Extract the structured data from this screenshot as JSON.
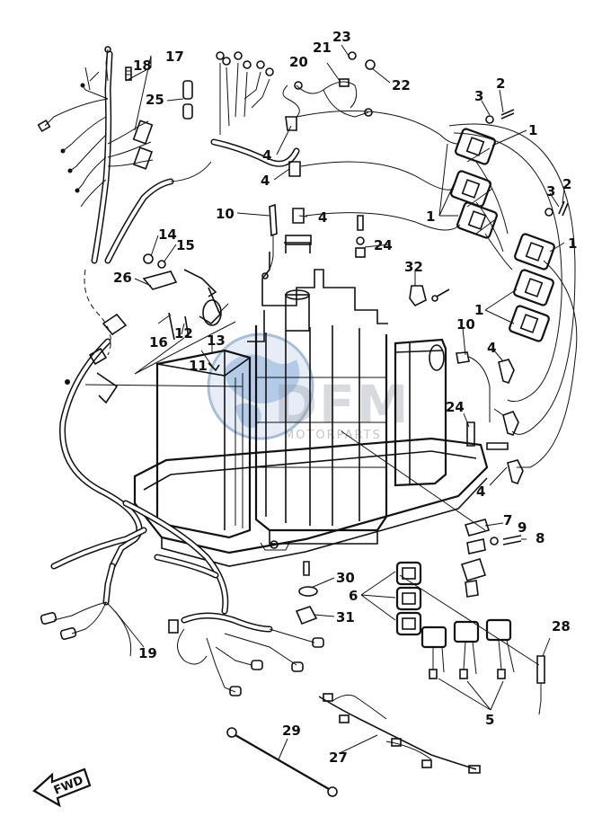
{
  "diagram": {
    "watermark": {
      "main": "DFM",
      "sub": "MOTORPARTS"
    },
    "fwd_badge": "FWD",
    "part_labels": {
      "p1a": "1",
      "p1b": "1",
      "p1c": "1",
      "p1d": "1",
      "p2a": "2",
      "p2b": "2",
      "p3a": "3",
      "p3b": "3",
      "p4a": "4",
      "p4b": "4",
      "p4c": "4",
      "p4d": "4",
      "p4e": "4",
      "p5": "5",
      "p6": "6",
      "p7": "7",
      "p8": "8",
      "p9": "9",
      "p10a": "10",
      "p10b": "10",
      "p11": "11",
      "p12": "12",
      "p13": "13",
      "p14": "14",
      "p15": "15",
      "p16": "16",
      "p17": "17",
      "p18": "18",
      "p19": "19",
      "p20": "20",
      "p21": "21",
      "p22": "22",
      "p23": "23",
      "p24a": "24",
      "p24b": "24",
      "p25": "25",
      "p26": "26",
      "p27": "27",
      "p28": "28",
      "p29": "29",
      "p30": "30",
      "p31": "31",
      "p32": "32"
    }
  }
}
